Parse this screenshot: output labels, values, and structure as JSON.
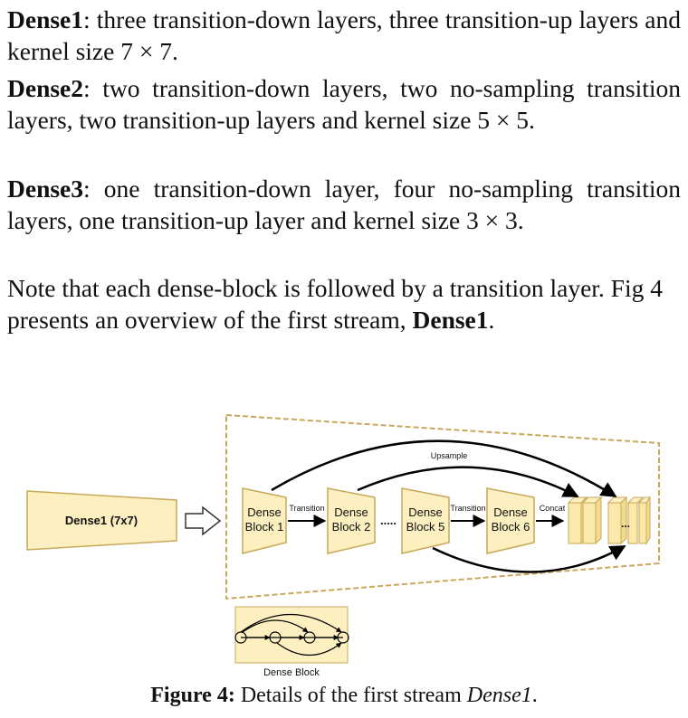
{
  "paragraphs": [
    {
      "term": "Dense1",
      "text": ":  three transition-down layers, three transition-up layers and kernel size 7 × 7."
    },
    {
      "term": "Dense2",
      "text": ":  two transition-down layers, two no-sampling transition layers, two transition-up layers and kernel size 5 × 5."
    },
    {
      "term": "Dense3",
      "text": ":  one transition-down layer, four no-sampling transition layers, one transition-up layer and kernel size 3 × 3."
    }
  ],
  "note": {
    "text": "Note that each dense-block is followed by a transition layer. Fig 4 presents an overview of the first stream, ",
    "term": "Dense1",
    "end": "."
  },
  "figure": {
    "input_label": "Dense1 (7x7)",
    "blocks": [
      {
        "line1": "Dense",
        "line2": "Block 1"
      },
      {
        "line1": "Dense",
        "line2": "Block 2"
      },
      {
        "line1": "Dense",
        "line2": "Block 5"
      },
      {
        "line1": "Dense",
        "line2": "Block 6"
      }
    ],
    "transition_label": "Transition",
    "concat_label": "Concat",
    "upsample_label": "Upsample",
    "ellipsis": ".....",
    "stack_ellipsis": "...",
    "inset_label": "Dense Block",
    "colors": {
      "fill": "#fcefc0",
      "stroke": "#c8a85a",
      "stack_fill": "#fbe9a9"
    }
  },
  "caption": {
    "prefix": "Figure 4:",
    "text": " Details of the first stream ",
    "italic": "Dense1",
    "end": "."
  }
}
